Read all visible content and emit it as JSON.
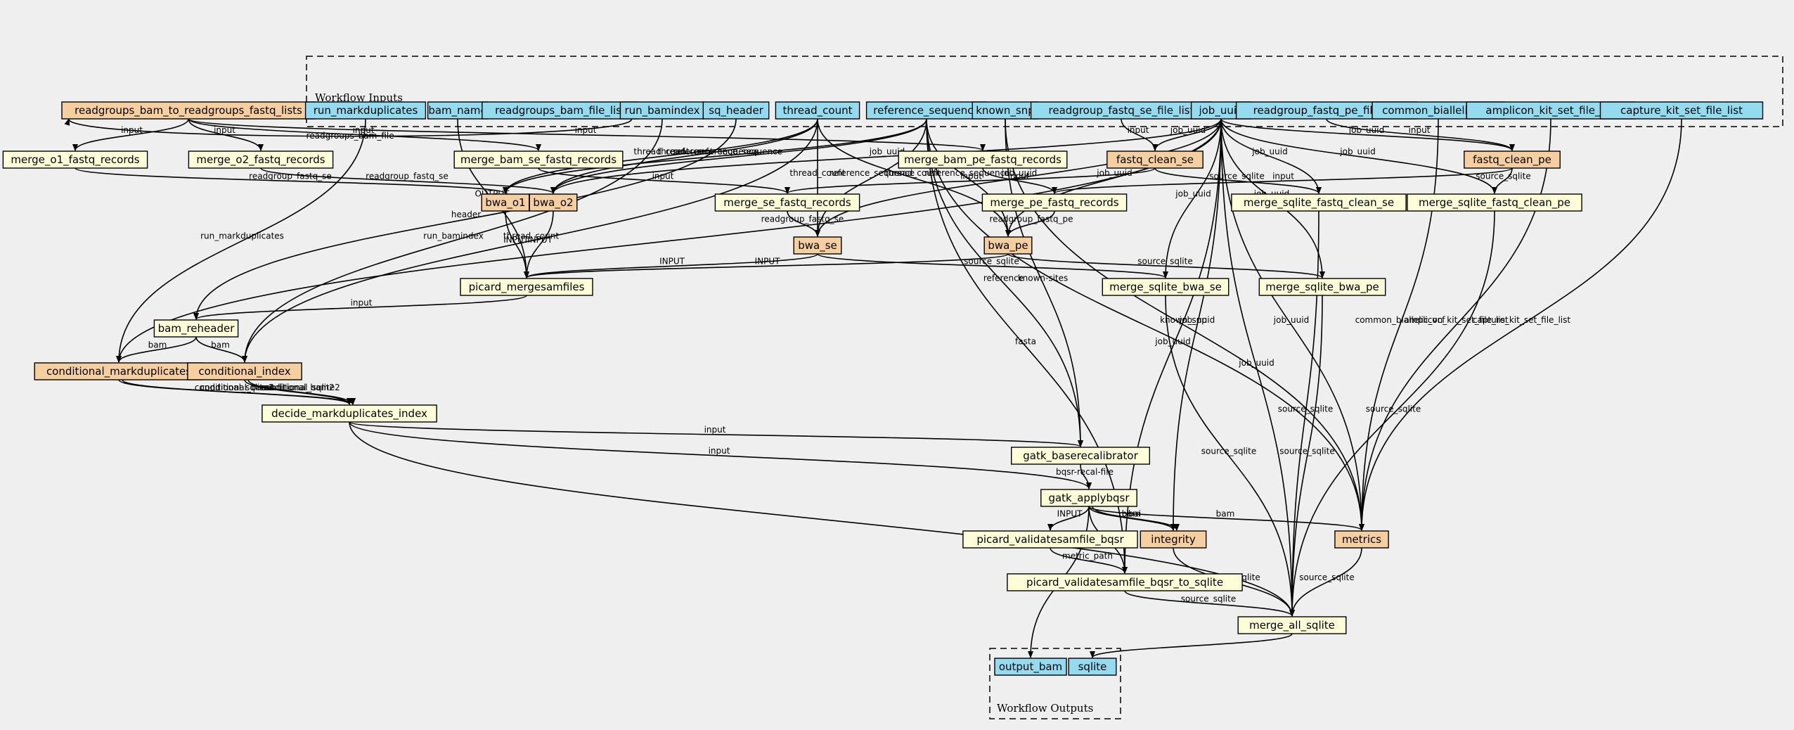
{
  "colors": {
    "input": "#94dbef",
    "tool": "#fdfdd8",
    "workflow": "#f5cfa0",
    "background": "#efefef"
  },
  "clusters": {
    "inputs": "Workflow Inputs",
    "outputs": "Workflow Outputs"
  },
  "nodes": {
    "readgroups_bam_to_readgroups_fastq_lists": {
      "label": "readgroups_bam_to_readgroups_fastq_lists",
      "kind": "workflow"
    },
    "run_markduplicates": {
      "label": "run_markduplicates",
      "kind": "input"
    },
    "bam_name": {
      "label": "bam_name",
      "kind": "input"
    },
    "readgroups_bam_file_list": {
      "label": "readgroups_bam_file_list",
      "kind": "input"
    },
    "run_bamindex": {
      "label": "run_bamindex",
      "kind": "input"
    },
    "sq_header": {
      "label": "sq_header",
      "kind": "input"
    },
    "thread_count": {
      "label": "thread_count",
      "kind": "input"
    },
    "reference_sequence": {
      "label": "reference_sequence",
      "kind": "input"
    },
    "known_snp": {
      "label": "known_snp",
      "kind": "input"
    },
    "readgroup_fastq_se_file_list": {
      "label": "readgroup_fastq_se_file_list",
      "kind": "input"
    },
    "job_uuid": {
      "label": "job_uuid",
      "kind": "input"
    },
    "readgroup_fastq_pe_file_list": {
      "label": "readgroup_fastq_pe_file_list",
      "kind": "input"
    },
    "common_biallelic_vcf": {
      "label": "common_biallelic_vcf",
      "kind": "input"
    },
    "amplicon_kit_set_file_list": {
      "label": "amplicon_kit_set_file_list",
      "kind": "input"
    },
    "capture_kit_set_file_list": {
      "label": "capture_kit_set_file_list",
      "kind": "input"
    },
    "merge_o1_fastq_records": {
      "label": "merge_o1_fastq_records",
      "kind": "tool"
    },
    "merge_o2_fastq_records": {
      "label": "merge_o2_fastq_records",
      "kind": "tool"
    },
    "merge_bam_se_fastq_records": {
      "label": "merge_bam_se_fastq_records",
      "kind": "tool"
    },
    "merge_bam_pe_fastq_records": {
      "label": "merge_bam_pe_fastq_records",
      "kind": "tool"
    },
    "fastq_clean_se": {
      "label": "fastq_clean_se",
      "kind": "workflow"
    },
    "fastq_clean_pe": {
      "label": "fastq_clean_pe",
      "kind": "workflow"
    },
    "bwa_o1": {
      "label": "bwa_o1",
      "kind": "workflow"
    },
    "bwa_o2": {
      "label": "bwa_o2",
      "kind": "workflow"
    },
    "merge_se_fastq_records": {
      "label": "merge_se_fastq_records",
      "kind": "tool"
    },
    "merge_pe_fastq_records": {
      "label": "merge_pe_fastq_records",
      "kind": "tool"
    },
    "merge_sqlite_fastq_clean_se": {
      "label": "merge_sqlite_fastq_clean_se",
      "kind": "tool"
    },
    "merge_sqlite_fastq_clean_pe": {
      "label": "merge_sqlite_fastq_clean_pe",
      "kind": "tool"
    },
    "bwa_se": {
      "label": "bwa_se",
      "kind": "workflow"
    },
    "bwa_pe": {
      "label": "bwa_pe",
      "kind": "workflow"
    },
    "picard_mergesamfiles": {
      "label": "picard_mergesamfiles",
      "kind": "tool"
    },
    "merge_sqlite_bwa_se": {
      "label": "merge_sqlite_bwa_se",
      "kind": "tool"
    },
    "merge_sqlite_bwa_pe": {
      "label": "merge_sqlite_bwa_pe",
      "kind": "tool"
    },
    "bam_reheader": {
      "label": "bam_reheader",
      "kind": "tool"
    },
    "conditional_markduplicates": {
      "label": "conditional_markduplicates",
      "kind": "workflow"
    },
    "conditional_index": {
      "label": "conditional_index",
      "kind": "workflow"
    },
    "decide_markduplicates_index": {
      "label": "decide_markduplicates_index",
      "kind": "tool"
    },
    "gatk_baserecalibrator": {
      "label": "gatk_baserecalibrator",
      "kind": "tool"
    },
    "gatk_applybqsr": {
      "label": "gatk_applybqsr",
      "kind": "tool"
    },
    "picard_validatesamfile_bqsr": {
      "label": "picard_validatesamfile_bqsr",
      "kind": "tool"
    },
    "integrity": {
      "label": "integrity",
      "kind": "workflow"
    },
    "metrics": {
      "label": "metrics",
      "kind": "workflow"
    },
    "picard_validatesamfile_bqsr_to_sqlite": {
      "label": "picard_validatesamfile_bqsr_to_sqlite",
      "kind": "tool"
    },
    "merge_all_sqlite": {
      "label": "merge_all_sqlite",
      "kind": "tool"
    },
    "output_bam": {
      "label": "output_bam",
      "kind": "input"
    },
    "sqlite": {
      "label": "sqlite",
      "kind": "input"
    }
  },
  "edges": [
    {
      "from": "readgroups_bam_file_list",
      "to": "readgroups_bam_to_readgroups_fastq_lists",
      "label": "readgroups_bam_file"
    },
    {
      "from": "readgroups_bam_to_readgroups_fastq_lists",
      "to": "merge_o1_fastq_records",
      "label": "input"
    },
    {
      "from": "readgroups_bam_to_readgroups_fastq_lists",
      "to": "merge_o2_fastq_records",
      "label": "input"
    },
    {
      "from": "readgroups_bam_to_readgroups_fastq_lists",
      "to": "merge_bam_se_fastq_records",
      "label": "input"
    },
    {
      "from": "readgroups_bam_to_readgroups_fastq_lists",
      "to": "merge_bam_pe_fastq_records",
      "label": "input"
    },
    {
      "from": "merge_o1_fastq_records",
      "to": "bwa_o1",
      "label": "readgroup_fastq_se"
    },
    {
      "from": "merge_o2_fastq_records",
      "to": "bwa_o2",
      "label": "readgroup_fastq_se"
    },
    {
      "from": "thread_count",
      "to": "bwa_o1",
      "label": "thread_count"
    },
    {
      "from": "thread_count",
      "to": "bwa_o2",
      "label": "thread_count"
    },
    {
      "from": "reference_sequence",
      "to": "bwa_o1",
      "label": "reference_sequence"
    },
    {
      "from": "reference_sequence",
      "to": "bwa_o2",
      "label": "reference_sequence"
    },
    {
      "from": "job_uuid",
      "to": "bwa_o2",
      "label": "job_uuid"
    },
    {
      "from": "thread_count",
      "to": "bwa_se",
      "label": "thread_count"
    },
    {
      "from": "reference_sequence",
      "to": "bwa_se",
      "label": "reference_sequence"
    },
    {
      "from": "job_uuid",
      "to": "bwa_se",
      "label": "job_uuid"
    },
    {
      "from": "thread_count",
      "to": "bwa_pe",
      "label": "thread_count"
    },
    {
      "from": "reference_sequence",
      "to": "bwa_pe",
      "label": "reference_sequence"
    },
    {
      "from": "job_uuid",
      "to": "bwa_pe",
      "label": "job_uuid"
    },
    {
      "from": "readgroup_fastq_se_file_list",
      "to": "fastq_clean_se",
      "label": "input"
    },
    {
      "from": "job_uuid",
      "to": "fastq_clean_se",
      "label": "job_uuid"
    },
    {
      "from": "readgroup_fastq_pe_file_list",
      "to": "fastq_clean_pe",
      "label": "input"
    },
    {
      "from": "job_uuid",
      "to": "fastq_clean_pe",
      "label": "job_uuid"
    },
    {
      "from": "fastq_clean_se",
      "to": "merge_se_fastq_records",
      "label": "input"
    },
    {
      "from": "fastq_clean_pe",
      "to": "merge_pe_fastq_records",
      "label": "input"
    },
    {
      "from": "merge_bam_pe_fastq_records",
      "to": "merge_pe_fastq_records",
      "label": "input"
    },
    {
      "from": "merge_bam_se_fastq_records",
      "to": "merge_se_fastq_records",
      "label": "input"
    },
    {
      "from": "fastq_clean_se",
      "to": "merge_sqlite_fastq_clean_se",
      "label": "source_sqlite"
    },
    {
      "from": "fastq_clean_pe",
      "to": "merge_sqlite_fastq_clean_pe",
      "label": "source_sqlite"
    },
    {
      "from": "job_uuid",
      "to": "merge_sqlite_fastq_clean_se",
      "label": "job_uuid"
    },
    {
      "from": "job_uuid",
      "to": "merge_sqlite_fastq_clean_pe",
      "label": "job_uuid"
    },
    {
      "from": "merge_se_fastq_records",
      "to": "bwa_se",
      "label": "readgroup_fastq_se"
    },
    {
      "from": "merge_pe_fastq_records",
      "to": "bwa_pe",
      "label": "readgroup_fastq_pe"
    },
    {
      "from": "bwa_o1",
      "to": "picard_mergesamfiles",
      "label": "INPUT"
    },
    {
      "from": "bwa_o2",
      "to": "picard_mergesamfiles",
      "label": "INPUT"
    },
    {
      "from": "bwa_se",
      "to": "picard_mergesamfiles",
      "label": "INPUT"
    },
    {
      "from": "bwa_pe",
      "to": "picard_mergesamfiles",
      "label": "INPUT"
    },
    {
      "from": "bam_name",
      "to": "picard_mergesamfiles",
      "label": "OUTPUT"
    },
    {
      "from": "bwa_se",
      "to": "merge_sqlite_bwa_se",
      "label": "source_sqlite"
    },
    {
      "from": "bwa_pe",
      "to": "merge_sqlite_bwa_pe",
      "label": "source_sqlite"
    },
    {
      "from": "job_uuid",
      "to": "merge_sqlite_bwa_se",
      "label": "job_uuid"
    },
    {
      "from": "job_uuid",
      "to": "merge_sqlite_bwa_pe",
      "label": "job_uuid"
    },
    {
      "from": "picard_mergesamfiles",
      "to": "bam_reheader",
      "label": "input"
    },
    {
      "from": "sq_header",
      "to": "bam_reheader",
      "label": "header"
    },
    {
      "from": "run_markduplicates",
      "to": "conditional_markduplicates",
      "label": "run_markduplicates"
    },
    {
      "from": "run_bamindex",
      "to": "conditional_index",
      "label": "run_bamindex"
    },
    {
      "from": "thread_count",
      "to": "conditional_index",
      "label": "thread_count"
    },
    {
      "from": "job_uuid",
      "to": "conditional_markduplicates",
      "label": ""
    },
    {
      "from": "bam_reheader",
      "to": "conditional_markduplicates",
      "label": "bam"
    },
    {
      "from": "bam_reheader",
      "to": "conditional_index",
      "label": "bam"
    },
    {
      "from": "conditional_markduplicates",
      "to": "decide_markduplicates_index",
      "label": "conditional_sqlite1"
    },
    {
      "from": "conditional_markduplicates",
      "to": "decide_markduplicates_index",
      "label": "conditional_bam1"
    },
    {
      "from": "conditional_index",
      "to": "decide_markduplicates_index",
      "label": "conditional_bam2"
    },
    {
      "from": "conditional_index",
      "to": "decide_markduplicates_index",
      "label": "conditional_sqlite2"
    },
    {
      "from": "decide_markduplicates_index",
      "to": "gatk_baserecalibrator",
      "label": "input"
    },
    {
      "from": "decide_markduplicates_index",
      "to": "gatk_applybqsr",
      "label": "input"
    },
    {
      "from": "decide_markduplicates_index",
      "to": "merge_all_sqlite",
      "label": ""
    },
    {
      "from": "reference_sequence",
      "to": "gatk_baserecalibrator",
      "label": "reference"
    },
    {
      "from": "known_snp",
      "to": "gatk_baserecalibrator",
      "label": "known-sites"
    },
    {
      "from": "gatk_baserecalibrator",
      "to": "gatk_applybqsr",
      "label": "bqsr-recal-file"
    },
    {
      "from": "gatk_applybqsr",
      "to": "picard_validatesamfile_bqsr",
      "label": "INPUT"
    },
    {
      "from": "gatk_applybqsr",
      "to": "integrity",
      "label": "bam"
    },
    {
      "from": "gatk_applybqsr",
      "to": "integrity",
      "label": "bai"
    },
    {
      "from": "gatk_applybqsr",
      "to": "picard_validatesamfile_bqsr_to_sqlite",
      "label": "bam"
    },
    {
      "from": "gatk_applybqsr",
      "to": "metrics",
      "label": "bam"
    },
    {
      "from": "gatk_applybqsr",
      "to": "output_bam",
      "label": "source_sqlite"
    },
    {
      "from": "reference_sequence",
      "to": "picard_validatesamfile_bqsr_to_sqlite",
      "label": "fasta"
    },
    {
      "from": "job_uuid",
      "to": "integrity",
      "label": "job_uuid"
    },
    {
      "from": "job_uuid",
      "to": "metrics",
      "label": "job_uuid"
    },
    {
      "from": "job_uuid",
      "to": "picard_validatesamfile_bqsr_to_sqlite",
      "label": "job_uuid"
    },
    {
      "from": "known_snp",
      "to": "metrics",
      "label": "known_snp"
    },
    {
      "from": "reference_sequence",
      "to": "metrics",
      "label": ""
    },
    {
      "from": "common_biallelic_vcf",
      "to": "metrics",
      "label": "common_biallelic_vcf"
    },
    {
      "from": "amplicon_kit_set_file_list",
      "to": "metrics",
      "label": "amplicon_kit_set_file_list"
    },
    {
      "from": "capture_kit_set_file_list",
      "to": "metrics",
      "label": "capture_kit_set_file_list"
    },
    {
      "from": "picard_validatesamfile_bqsr",
      "to": "picard_validatesamfile_bqsr_to_sqlite",
      "label": "metric_path"
    },
    {
      "from": "picard_validatesamfile_bqsr_to_sqlite",
      "to": "merge_all_sqlite",
      "label": "source_sqlite"
    },
    {
      "from": "integrity",
      "to": "merge_all_sqlite",
      "label": "source_sqlite"
    },
    {
      "from": "metrics",
      "to": "merge_all_sqlite",
      "label": "source_sqlite"
    },
    {
      "from": "merge_sqlite_bwa_se",
      "to": "merge_all_sqlite",
      "label": "source_sqlite"
    },
    {
      "from": "merge_sqlite_bwa_pe",
      "to": "merge_all_sqlite",
      "label": "source_sqlite"
    },
    {
      "from": "merge_sqlite_fastq_clean_se",
      "to": "merge_all_sqlite",
      "label": "source_sqlite"
    },
    {
      "from": "merge_sqlite_fastq_clean_pe",
      "to": "merge_all_sqlite",
      "label": "source_sqlite"
    },
    {
      "from": "job_uuid",
      "to": "merge_all_sqlite",
      "label": "job_uuid"
    },
    {
      "from": "merge_all_sqlite",
      "to": "sqlite",
      "label": ""
    }
  ]
}
